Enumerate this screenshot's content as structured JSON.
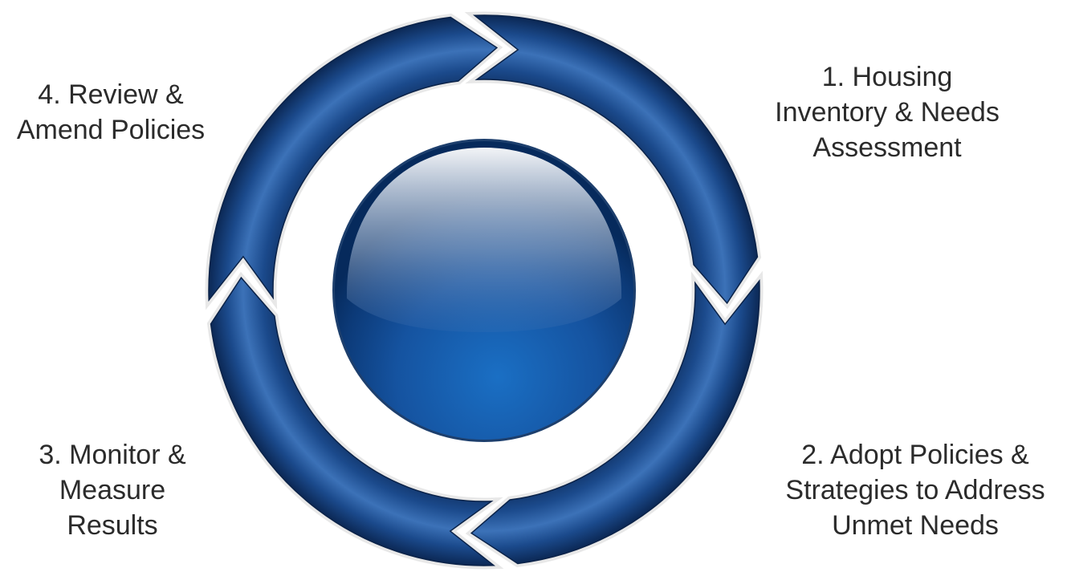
{
  "steps": [
    {
      "number": "1.",
      "lines": [
        "1. Housing",
        "Inventory & Needs",
        "Assessment"
      ]
    },
    {
      "number": "2.",
      "lines": [
        "2. Adopt Policies &",
        "Strategies to Address",
        "Unmet Needs"
      ]
    },
    {
      "number": "3.",
      "lines": [
        "3. Monitor &",
        "Measure",
        "Results"
      ]
    },
    {
      "number": "4.",
      "lines": [
        "4. Review &",
        "Amend Policies"
      ]
    }
  ],
  "colors": {
    "arrow_dark": "#0b2a57",
    "arrow_mid": "#1d4d8f",
    "arrow_light": "#3d73b8",
    "sphere_top": "#c9d6e6",
    "sphere_mid": "#2a5da3",
    "sphere_bottom": "#0a3f86",
    "outline": "#e8e8e8",
    "label_text": "#2b2b2b"
  }
}
